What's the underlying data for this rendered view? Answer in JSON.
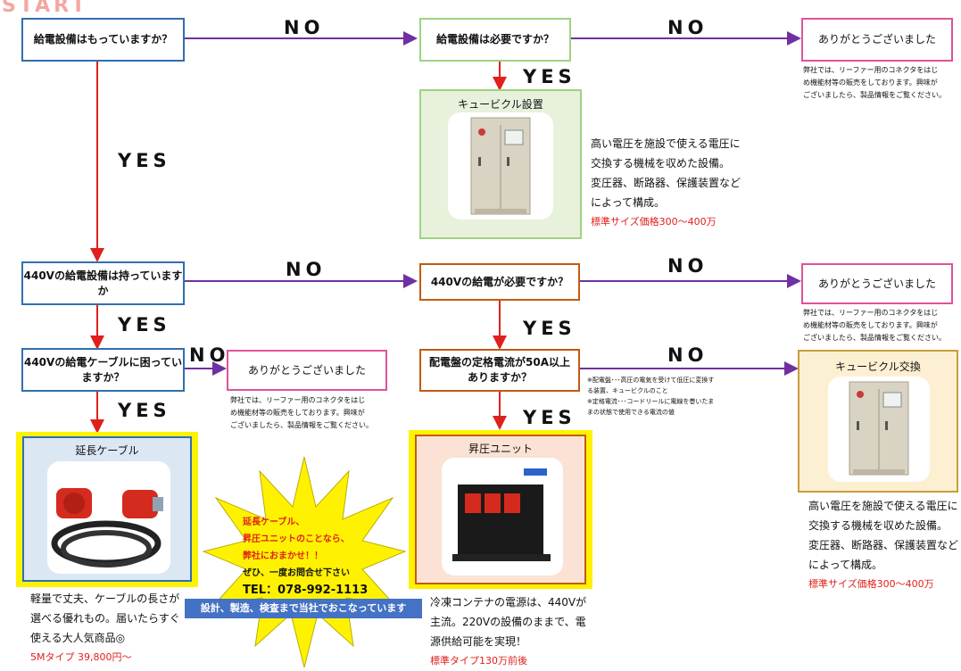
{
  "start_label": "START",
  "labels": {
    "yes": "YES",
    "no": "NO"
  },
  "q1": "給電設備はもっていますか？",
  "q2": "給電設備は必要ですか？",
  "thanks": "ありがとうございました",
  "thanks_note": [
    "弊社では、リーファー用のコネクタをはじ",
    "め機能材等の販売をしております。興味が",
    "ございましたら、製品情報をご覧ください。"
  ],
  "cubicle_install": "キュービクル設置",
  "cubicle_desc": [
    "高い電圧を施設で使える電圧に",
    "交換する機械を収めた設備。",
    "変圧器、断路器、保護装置など",
    "によって構成。"
  ],
  "cubicle_price": "標準サイズ価格300～400万",
  "q3": [
    "440Vの給電設備は持っています",
    "か"
  ],
  "q4": "440Vの給電が必要ですか？",
  "q5": [
    "440Vの給電ケーブルに困ってい",
    "ますか？"
  ],
  "q6": [
    "配電盤の定格電流が50A以上",
    "ありますか？"
  ],
  "glossary": [
    "※配電盤･･･高圧の電気を受けて低圧に変換す",
    "る装置、キュービクルのこと",
    "※定格電流･･･コードリールに電線を巻いたま",
    "まの状態で使用できる電流の値"
  ],
  "cubicle_swap": "キュービクル交換",
  "extension_cable": "延長ケーブル",
  "cable_desc": [
    "軽量で丈夫、ケーブルの長さが",
    "選べる優れもの。届いたらすぐ",
    "使える大人気商品◎"
  ],
  "cable_price": "5Mタイプ 39,800円～",
  "booster": "昇圧ユニット",
  "booster_desc": [
    "冷凍コンテナの電源は、440Vが",
    "主流。220Vの設備のままで、電",
    "源供給可能を実現！"
  ],
  "booster_price": "標準タイプ130万前後",
  "burst": [
    "延長ケーブル、",
    "昇圧ユニットのことなら、",
    "弊社におまかせ！！",
    "ぜひ、一度お問合せ下さい",
    "TEL：078-992-1113"
  ],
  "banner": "設計、製造、検査まで当社でおこなっています",
  "colors": {
    "blue": "#2f6fb0",
    "green": "#9fd37f",
    "pink": "#e0529b",
    "orange": "#c55a11",
    "arrow_red": "#e0201c",
    "arrow_purple": "#7030a0",
    "yellow": "#fff200"
  }
}
